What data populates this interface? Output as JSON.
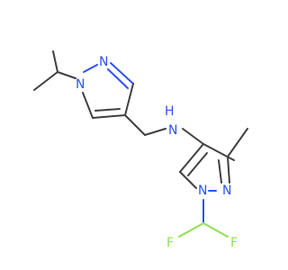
{
  "molecule": {
    "atom_labels": {
      "n_pyrazole_top_1": "N",
      "n_pyrazole_top_2": "N",
      "nh": "N",
      "nh_h": "H",
      "n_pyrazole_bottom_1": "N",
      "n_pyrazole_bottom_2": "N",
      "f_left": "F",
      "f_right": "F"
    },
    "colors": {
      "carbon_bond": "#404040",
      "nitrogen": "#3050F8",
      "fluorine": "#90E050",
      "background": "#ffffff"
    }
  }
}
